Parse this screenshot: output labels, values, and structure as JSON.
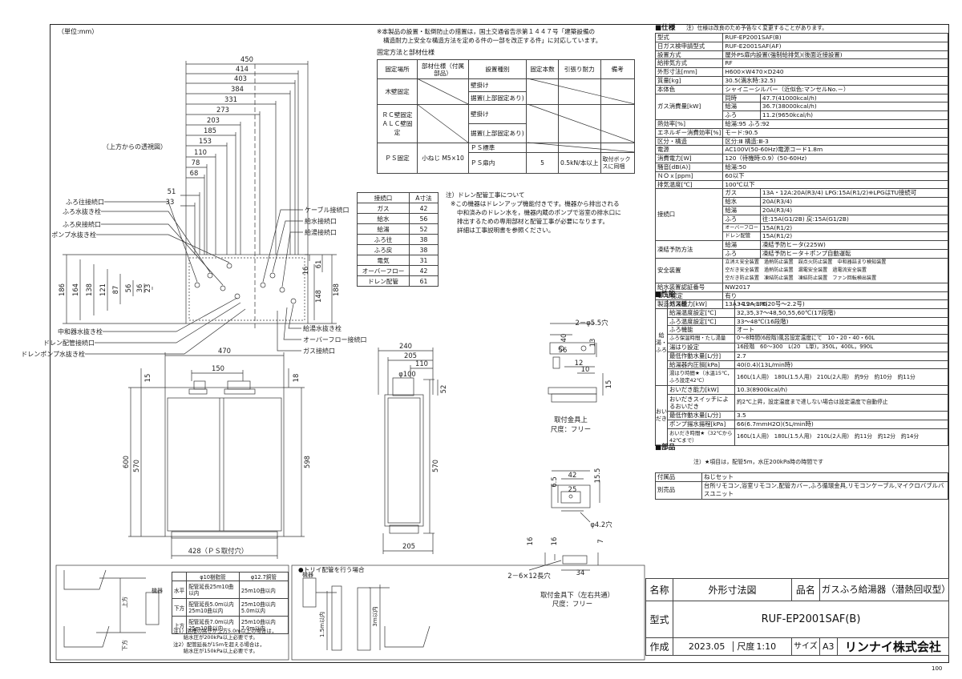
{
  "unit": "（単位:mm）",
  "notice": [
    "※本製品の設置・転倒防止の措置は，国土交通省告示第１４４７号「建築設備の",
    "構造耐力上安全な構造方法を定める件の一部を改正する件」に対応しています。"
  ],
  "fix_table": {
    "title": "固定方法と部材仕様",
    "headers": [
      "固定場所",
      "部材仕様（付属部品）",
      "設置種別",
      "固定本数",
      "引張り耐力",
      "備考"
    ],
    "rows": [
      [
        "木壁固定",
        "",
        "壁掛け",
        "",
        "",
        ""
      ],
      [
        "",
        "",
        "据置(上部固定あり)",
        "",
        "",
        ""
      ],
      [
        "ＲＣ壁固定ＡＬＣ壁固定",
        "",
        "壁掛け",
        "",
        "",
        ""
      ],
      [
        "",
        "",
        "据置(上部固定あり)",
        "",
        "",
        ""
      ],
      [
        "ＰＳ固定",
        "小ねじ M5×10",
        "ＰＳ標準",
        "",
        "",
        ""
      ],
      [
        "",
        "",
        "ＰＳ扉内",
        "5",
        "0.5kN/本以上",
        "取付ボックスに同梱"
      ]
    ]
  },
  "top_view_label": "（上方からの透視図）",
  "top_dims": [
    "450",
    "414",
    "403",
    "384",
    "331",
    "273",
    "203",
    "185",
    "153",
    "110",
    "78",
    "68",
    "51",
    "33"
  ],
  "left_labels": [
    "ふろ往接続口",
    "ふろ水抜き栓",
    "ふろ戻接続口",
    "ポンプ水抜き栓",
    "中和器水抜き栓",
    "ドレン配管接続口",
    "ドレンポンプ水抜き栓"
  ],
  "right_labels": [
    "ケーブル接続口",
    "給水接続口",
    "給湯接続口",
    "給湯水抜き栓",
    "オーバーフロー接続口",
    "ガス接続口"
  ],
  "vdims_left": [
    "186",
    "164",
    "138",
    "121",
    "87",
    "56",
    "36",
    "23"
  ],
  "vdims_right": [
    "61",
    "16",
    "148",
    "188"
  ],
  "conn_table": {
    "headers": [
      "接続口",
      "A寸法"
    ],
    "rows": [
      [
        "ガス",
        "42"
      ],
      [
        "給水",
        "56"
      ],
      [
        "給湯",
        "52"
      ],
      [
        "ふろ往",
        "38"
      ],
      [
        "ふろ戻",
        "38"
      ],
      [
        "電気",
        "31"
      ],
      [
        "オーバーフロー",
        "42"
      ],
      [
        "ドレン配管",
        "61"
      ]
    ]
  },
  "drain_note": [
    "注）ドレン配管工事について",
    "※この機器はドレンアップ機能付きです。機器から排出される",
    "中和済みのドレン水を，機器内蔵のポンプで浴室の排水口に",
    "排出するための専用部材と配管工事が必要になります。",
    "詳細は工事説明書を参照ください。"
  ],
  "front_dims": {
    "w470": "470",
    "w150": "150",
    "d15": "15",
    "d18": "18",
    "h600": "600",
    "h570": "570",
    "h598": "598",
    "b428": "428（ＰＳ取付穴）"
  },
  "side_dims": {
    "d240": "240",
    "d205": "205",
    "d110": "110",
    "dia": "φ100",
    "h570": "570",
    "h52": "52",
    "d205b": "205"
  },
  "bracket_top": {
    "hole": "2－φ5.5穴",
    "d40": "40",
    "d56": "56",
    "d13": "13",
    "d12": "12",
    "d10": "10",
    "d15": "15",
    "label": "取付金具上",
    "size": "尺度：フリー"
  },
  "bracket_bottom": {
    "d6_5": "6.5",
    "d42": "42",
    "d15_5": "15.5",
    "d25": "25",
    "dia": "φ4.2穴",
    "d16": "16",
    "d16b": "16",
    "d7": "7",
    "d34": "34",
    "hole": "2－6×12長穴",
    "label": "取付金具下（左右共通）",
    "size": "尺度：フリー"
  },
  "spec_title": "■仕様",
  "spec_note": "注）仕様は改良のため予告なく変更することがあります。",
  "spec_rows": [
    [
      "型式",
      "RUF-EP2001SAF(B)"
    ],
    [
      "日ガス検申請型式",
      "RUF-E2001SAF(AF)"
    ],
    [
      "設置方式",
      "屋外PS扉内設置(強制給排気)(後面近接設置)"
    ],
    [
      "給排気方式",
      "RF"
    ],
    [
      "外形寸法[mm]",
      "H600×W470×D240"
    ],
    [
      "質量[kg]",
      "30.5(満水時:32.5)"
    ],
    [
      "本体色",
      "シャイニーシルバー（近似色:マンセルNo.－）"
    ]
  ],
  "gas_label": "ガス消費量[kW]",
  "gas_rows": [
    [
      "同時",
      "47.7(41000kcal/h)"
    ],
    [
      "給湯",
      "36.7(38000kcal/h)"
    ],
    [
      "ふろ",
      "11.2(9650kcal/h)"
    ]
  ],
  "spec_rows2": [
    [
      "熱効率[%]",
      "給湯:95 ふろ:92"
    ],
    [
      "エネルギー消費効率[%]",
      "モード:90.5"
    ],
    [
      "区分・構造",
      "区分:Ⅲ 構造:Ⅲ-3"
    ],
    [
      "電源",
      "AC100V(50-60Hz)電源コード1.8m"
    ],
    [
      "消費電力[W]",
      "120（待機時:0.9）(50-60Hz)"
    ],
    [
      "騒音[dB(A)]",
      "給湯:50"
    ],
    [
      "ＮＯｘ[ppm]",
      "60以下"
    ],
    [
      "排気温度[℃]",
      "100℃以下"
    ]
  ],
  "conn_label": "接続口",
  "conn_rows": [
    [
      "ガス",
      "13A・12A:20A(R3/4) LPG:15A(R1/2)※LPGはTU接続可"
    ],
    [
      "給水",
      "20A(R3/4)"
    ],
    [
      "給湯",
      "20A(R3/4)"
    ],
    [
      "ふろ",
      "往:15A(G1/2B) 戻:15A(G1/2B)"
    ],
    [
      "オーバーフロー",
      "15A(R1/2)"
    ],
    [
      "ドレン配管",
      "15A(R1/2)"
    ]
  ],
  "freeze_label": "凍結予防方法",
  "freeze_rows": [
    [
      "給湯",
      "凍結予防ヒータ(225W)"
    ],
    [
      "ふろ",
      "凍結予防ヒータ＋ポンプ自動運転"
    ]
  ],
  "safety_label": "安全装置",
  "safety_lines": [
    "立消え安全装置　過熱防止装置　誤点火防止装置　中和器詰まり検知装置",
    "空だき安全装置　過熱防止装置　漏電安全装置　過電流安全装置",
    "空だき防止装置　凍結防止装置　凍結防止装置　ファン回転検出装置"
  ],
  "spec_rows3": [
    [
      "給水装置認証番号",
      "NW2017"
    ],
    [
      "Ｂ.Ｌ認定",
      "有り"
    ],
    [
      "製造ガス種",
      "13A・12A,LPG"
    ]
  ],
  "perf_title": "■性能",
  "perf_side1": "給湯・ふろ",
  "perf_side2": "おいだき",
  "perf_rows": [
    [
      "給湯能力[kW]",
      "34.9～3.8(20号～2.2号)"
    ],
    [
      "給湯温度設定[℃]",
      "32,35,37～48,50,55,60℃(17段階)"
    ],
    [
      "ふろ温度設定[℃]",
      "33～48℃(16段階)"
    ],
    [
      "ふろ機能",
      "オート"
    ],
    [
      "ふろ保温時間・たし湯量",
      "0～8時間(6段階)風呂設定温度にて　10・20・40・60L"
    ],
    [
      "湯はり設定",
      "16段階　60～300　L(20　L単)，350L，400L，990L"
    ],
    [
      "最低作動水量[L/分]",
      "2.7"
    ],
    [
      "給湯器内圧損[kPa]",
      "40(0.4)(13L/min時)"
    ],
    [
      "湯はり時間★（水温15℃，ふろ設定42℃）",
      "160L(1人用)　180L(1.5人用)　210L(2人用)　約9分　約10分　約11分"
    ],
    [
      "おいだき能力[kW]",
      "10.3(8900kcal/h)"
    ],
    [
      "おいだきスイッチによるおいだき",
      "約2℃上昇，設定温度まで達しない場合は設定温度で自動停止"
    ],
    [
      "最低作動水量[L/分]",
      "3.5"
    ],
    [
      "ポンプ揚水揚程[kPa]",
      "66(6.7mmH2O)(5L/min時)"
    ],
    [
      "おいだき時間★（32℃から42℃まで）",
      "160L(1人用)　180L(1.5人用)　210L(2人用)　約11分　約12分　約14分"
    ]
  ],
  "perf_note": "注）★項目は，配管5m，水圧200kPa時の時間です",
  "parts_title": "■部品",
  "parts_rows": [
    [
      "付属品",
      "ねじセット"
    ],
    [
      "別売品",
      "台所リモコン,浴室リモコン,配管カバー,ふろ循環金具,リモコンケーブル,マイクロバブルバスユニット"
    ]
  ],
  "pipe_table": {
    "headers": [
      "",
      "φ10樹脂管",
      "φ12.7銅管"
    ],
    "rows": [
      [
        "水平",
        "配管延長25m10曲以内",
        "25m10曲以内"
      ],
      [
        "下方",
        "配管延長5.0m以内 25m10曲以内",
        "25m10曲以内 5.0m以内"
      ],
      [
        "上方",
        "配管延長7.0m以内 25m10曲以内",
        "25m10曲以内 7.0m以内"
      ]
    ],
    "notes": [
      "注1）浴槽の高さが上方5.0m以上の場合は，",
      "　　給水圧が200kPa以上必要です。",
      "注2）配管延長が15mを超える場合は，",
      "　　給水圧が150kPa以上必要です。"
    ]
  },
  "pipe_labels": {
    "up": "上方",
    "down": "下方",
    "unit": "機器",
    "trap_title": "●トリイ配管を行う場合",
    "unit2": "機器",
    "h15": "1.5m以内",
    "h3": "3m以内"
  },
  "title_block": {
    "name_label": "名称",
    "name": "外形寸法図",
    "prod_label": "品名",
    "prod": "ガスふろ給湯器（潜熱回収型）",
    "model_label": "型式",
    "model": "RUF-EP2001SAF(B)",
    "made_label": "作成",
    "date": "2023.05",
    "scale_label": "尺度",
    "scale": "1:10",
    "size_label": "サイズ",
    "size": "A3",
    "company": "リンナイ株式会社"
  },
  "page_no": "100"
}
